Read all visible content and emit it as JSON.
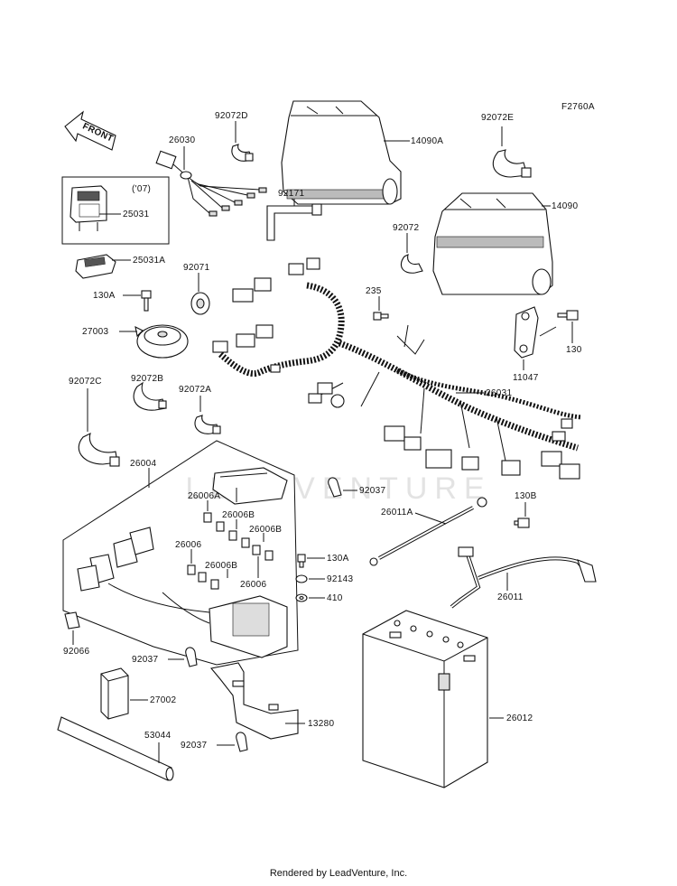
{
  "figure_code": "F2760A",
  "front_label": "FRONT",
  "year_note": "('07)",
  "watermark": "LEADVENTURE",
  "footer": "Rendered by LeadVenture, Inc.",
  "labels": {
    "p92072D": "92072D",
    "p26030": "26030",
    "p14090A": "14090A",
    "p92072E": "92072E",
    "p25031": "25031",
    "p92171": "92171",
    "p92072": "92072",
    "p14090": "14090",
    "p25031A": "25031A",
    "p92071": "92071",
    "p130A_top": "130A",
    "p235": "235",
    "p27003": "27003",
    "p130": "130",
    "p11047": "11047",
    "p92072B": "92072B",
    "p92072A": "92072A",
    "p92072C": "92072C",
    "p26031": "26031",
    "p26004": "26004",
    "p92037_mid": "92037",
    "p26006A": "26006A",
    "p130B": "130B",
    "p26006B_a": "26006B",
    "p26006B_b": "26006B",
    "p26011A": "26011A",
    "p26006": "26006",
    "p130A_mid": "130A",
    "p26006B_c": "26006B",
    "p92143": "92143",
    "p26006_b": "26006",
    "p410": "410",
    "p26011": "26011",
    "p92066": "92066",
    "p92037_low": "92037",
    "p27002": "27002",
    "p26012": "26012",
    "p13280": "13280",
    "p53044": "53044",
    "p92037_bot": "92037"
  }
}
